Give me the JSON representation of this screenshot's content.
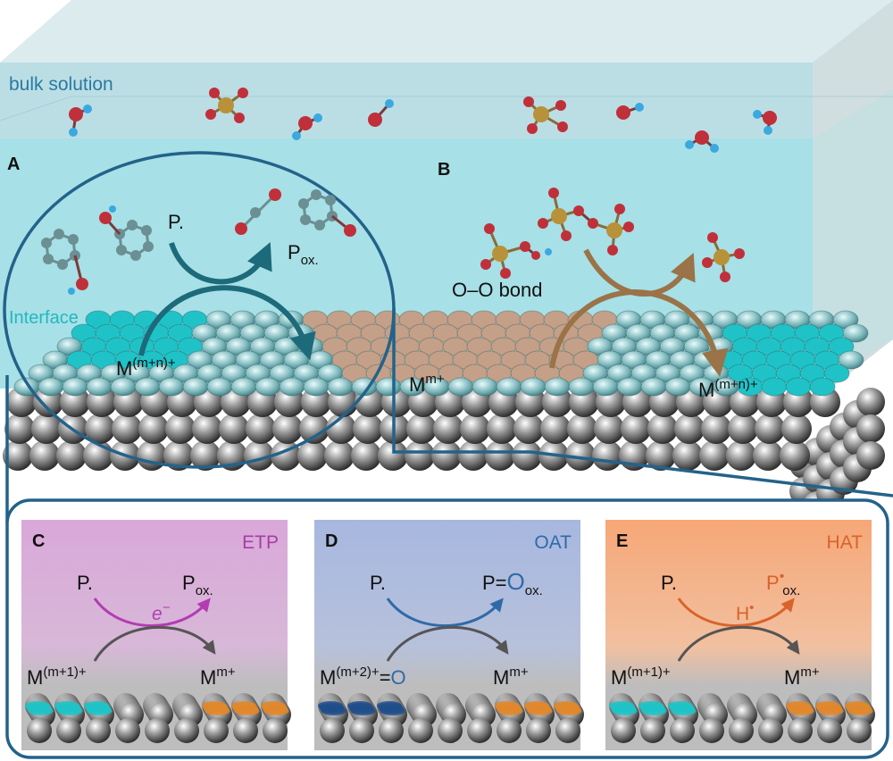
{
  "top": {
    "bulk_label": "bulk solution",
    "interface_label": "Interface",
    "panel_a_letter": "A",
    "panel_b_letter": "B",
    "a_species_in": "P.",
    "a_species_out_main": "P",
    "a_species_out_sub": "ox.",
    "a_metal_main": "M",
    "a_metal_sup": "(m+n)+",
    "b_bond_label": "O–O bond",
    "b_metal_low_main": "M",
    "b_metal_low_sup": "m+",
    "b_metal_high_main": "M",
    "b_metal_high_sup": "(m+n)+"
  },
  "panels": [
    {
      "letter": "C",
      "tag": "ETP",
      "tag_color": "#a53ea4",
      "reactant": "P.",
      "product_main": "P",
      "product_dot": "",
      "product_sub": "ox.",
      "product_prefix": "",
      "carrier_main": "e",
      "carrier_sup": "−",
      "metal_ox_main": "M",
      "metal_ox_sup": "(m+1)+",
      "metal_ox_suffix": "",
      "metal_red_main": "M",
      "metal_red_sup": "m+",
      "accent_color": "#b33cb3"
    },
    {
      "letter": "D",
      "tag": "OAT",
      "tag_color": "#2f6aa8",
      "reactant": "P.",
      "product_main": "P=",
      "product_dot": "",
      "product_sub": "ox.",
      "product_prefix": "O",
      "carrier_main": "",
      "carrier_sup": "",
      "metal_ox_main": "M",
      "metal_ox_sup": "(m+2)+",
      "metal_ox_suffix": "O",
      "metal_red_main": "M",
      "metal_red_sup": "m+",
      "accent_color": "#2f6aa8"
    },
    {
      "letter": "E",
      "tag": "HAT",
      "tag_color": "#d9632a",
      "reactant": "P.",
      "product_main": "P",
      "product_dot": "•",
      "product_sub": "ox.",
      "product_prefix": "",
      "carrier_main": "H",
      "carrier_sup": "•",
      "metal_ox_main": "M",
      "metal_ox_sup": "(m+1)+",
      "metal_ox_suffix": "",
      "metal_red_main": "M",
      "metal_red_sup": "m+",
      "accent_color": "#d9632a"
    }
  ],
  "colors": {
    "solution": "#a7e0e6",
    "bulk": "#c5dde3",
    "frame": "#23628a",
    "teal_site": "#1fc3c7",
    "brown_site": "#c4a088",
    "orange_site": "#e0872c",
    "navy_site": "#1f4e8a",
    "arrow_teal": "#1d6a7a",
    "arrow_brown": "#9a7348",
    "text_blue": "#2a7aa0"
  }
}
